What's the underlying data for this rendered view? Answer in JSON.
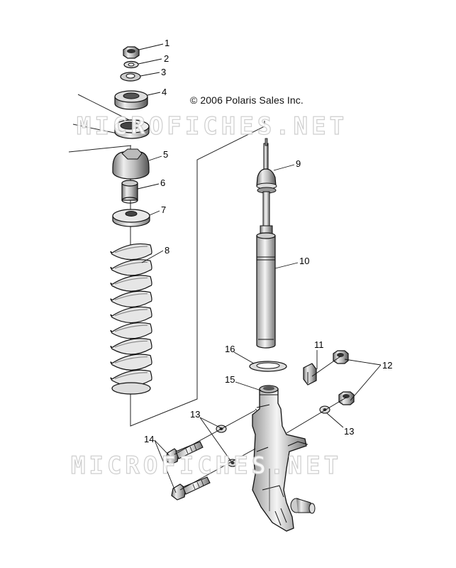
{
  "copyright": "© 2006 Polaris Sales Inc.",
  "watermark": "MICROFICHES.NET",
  "callouts": [
    "1",
    "2",
    "3",
    "4",
    "5",
    "6",
    "7",
    "8",
    "9",
    "10",
    "11",
    "12",
    "13",
    "13",
    "14",
    "15",
    "16"
  ]
}
